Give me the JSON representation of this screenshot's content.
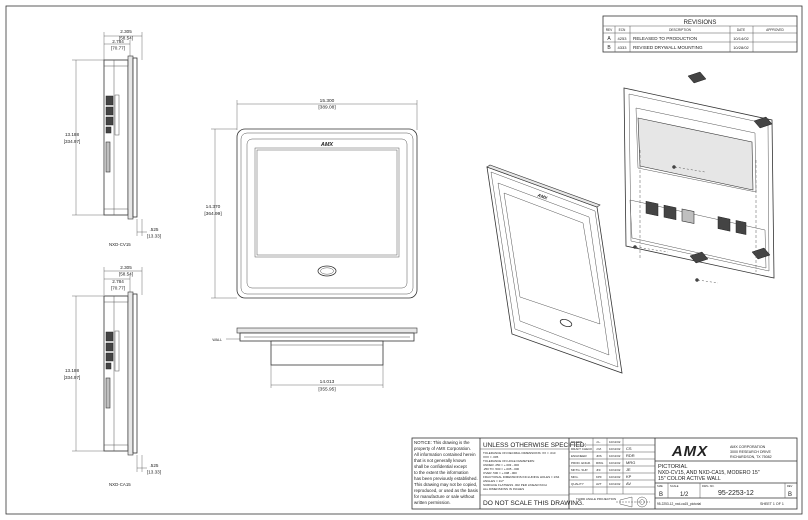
{
  "revisions": {
    "title": "REVISIONS",
    "headers": [
      "REV",
      "ECN",
      "DESCRIPTION",
      "DATE",
      "APPROVED"
    ],
    "rows": [
      {
        "rev": "A",
        "ecn": "4253",
        "desc": "RELEASED TO PRODUCTION",
        "date": "10/14/02",
        "approved": ""
      },
      {
        "rev": "B",
        "ecn": "4333",
        "desc": "REVISED DRYWALL MOUNTING",
        "date": "10/28/02",
        "approved": ""
      }
    ]
  },
  "side_view_top": {
    "caption": "NXD-CV15",
    "dim_total": "2.305",
    "dim_total_mm": "[58.54]",
    "dim_depth": "2.784",
    "dim_depth_mm": "[70.77]",
    "dim_height": "13.188",
    "dim_height_mm": "[334.97]",
    "dim_lip": ".525",
    "dim_lip_mm": "[13.33]"
  },
  "side_view_bottom": {
    "caption": "NXD-CA15",
    "dim_total": "2.305",
    "dim_total_mm": "[58.54]",
    "dim_depth": "2.784",
    "dim_depth_mm": "[70.77]",
    "dim_height": "13.188",
    "dim_height_mm": "[334.97]",
    "dim_lip": ".525",
    "dim_lip_mm": "[13.33]"
  },
  "front_view": {
    "brand": "AMX",
    "dim_width": "15.300",
    "dim_width_mm": "[389.08]",
    "dim_height": "14.370",
    "dim_height_mm": "[364.99]"
  },
  "bottom_view": {
    "wall_label": "WALL",
    "dim_width": "14.013",
    "dim_width_mm": "[355.95]"
  },
  "pictorial": {
    "brand": "AMX"
  },
  "notice": {
    "lines": [
      "NOTICE:  This drawing is the",
      "property of AMX Corporation.",
      "All information contained herein",
      "that is not generally known",
      "shall be confidential except",
      "to the extent the information",
      "has been previously established.",
      "This drawing may not be copied,",
      "reproduced, or used as the basis",
      "for manufacture or sale without",
      "written permission."
    ]
  },
  "tolerance": {
    "title": "UNLESS OTHERWISE SPECIFIED:",
    "lines": [
      "TOLERANCE ON DECIMAL DIMENSIONS:   XX = .010",
      "                                   XXX = .005",
      "TOLERANCE ON HOLE DIAMETERS:",
      "      UNDER .250 = +.003  -.000",
      "      .250 TO .500 = +.005  -.000",
      "      OVER .500 = +.008  -.000",
      "FRACTIONAL DIMENSIONS INCLUDING HOLES = 1/64",
      "ANGLES = 1/2°",
      "SURFACE FLATNESS .002 PER LINEAR INCH",
      "ALL DIMENSIONS IN INCHES"
    ],
    "footer": "DO NOT SCALE THIS DRAWING."
  },
  "approvals": {
    "rows": [
      {
        "role": "DRAWN",
        "init": "J.L.",
        "date": "10/11/02",
        "mark": ""
      },
      {
        "role": "DRAFT CHECK",
        "init": "J.M.",
        "date": "10/11/02",
        "mark": "CS"
      },
      {
        "role": "ENGINEER",
        "init": "JDS",
        "date": "10/11/02",
        "mark": "RDR"
      },
      {
        "role": "PROD. ENGR.",
        "init": "RWG",
        "date": "10/11/02",
        "mark": "MRG"
      },
      {
        "role": "MKTG. SUP.",
        "init": "JNI",
        "date": "10/11/02",
        "mark": "JE"
      },
      {
        "role": "MFG.",
        "init": "KPF",
        "date": "10/11/02",
        "mark": "KP"
      },
      {
        "role": "QUALITY",
        "init": "AVT",
        "date": "10/11/02",
        "mark": "AV"
      }
    ],
    "projection_label": "THIRD ANGLE PROJECTION"
  },
  "company": {
    "logo": "AMX",
    "name": "AMX CORPORATION",
    "addr1": "3000 RESEARCH DRIVE",
    "addr2": "RICHARDSON, TX 75082"
  },
  "title_block": {
    "title1": "PICTORIAL",
    "title2": "NXD-CV15, AND NXD-CA15, MODERO 15\"",
    "title3": "15\" COLOR ACTIVE WALL",
    "size_label": "SIZE",
    "size": "B",
    "scale_label": "SCALE",
    "scale": "1/2",
    "dwg_label": "DWG. NO.",
    "dwg_no": "95-2253-12",
    "rev_label": "REV",
    "rev": "B",
    "file_name": "95-2253-12_nxd-ca15_pictorial",
    "sheet": "SHEET   1 OF 1"
  }
}
